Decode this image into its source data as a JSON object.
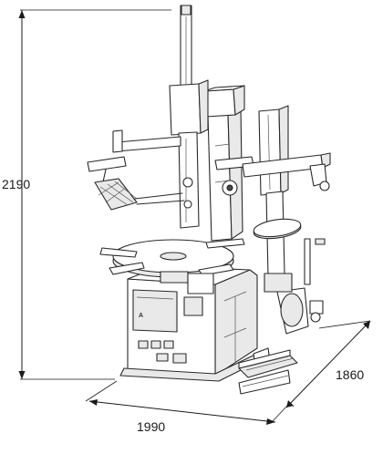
{
  "dimensions": {
    "height": "2190",
    "width": "1990",
    "depth": "1860"
  }
}
